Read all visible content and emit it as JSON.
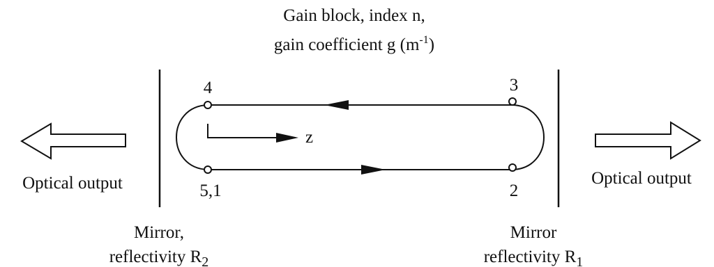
{
  "title": {
    "line1": "Gain block, index n,",
    "line2_pre": "gain coefficient g (m",
    "line2_sup": "-1",
    "line2_post": ")"
  },
  "points": {
    "p4": "4",
    "p3": "3",
    "p51": "5,1",
    "p2": "2"
  },
  "axis_label": "z",
  "left_output": "Optical output",
  "right_output": "Optical output",
  "left_mirror": {
    "line1": "Mirror,",
    "line2_pre": "reflectivity R",
    "line2_sub": "2"
  },
  "right_mirror": {
    "line1": "Mirror",
    "line2_pre": "reflectivity R",
    "line2_sub": "1"
  }
}
